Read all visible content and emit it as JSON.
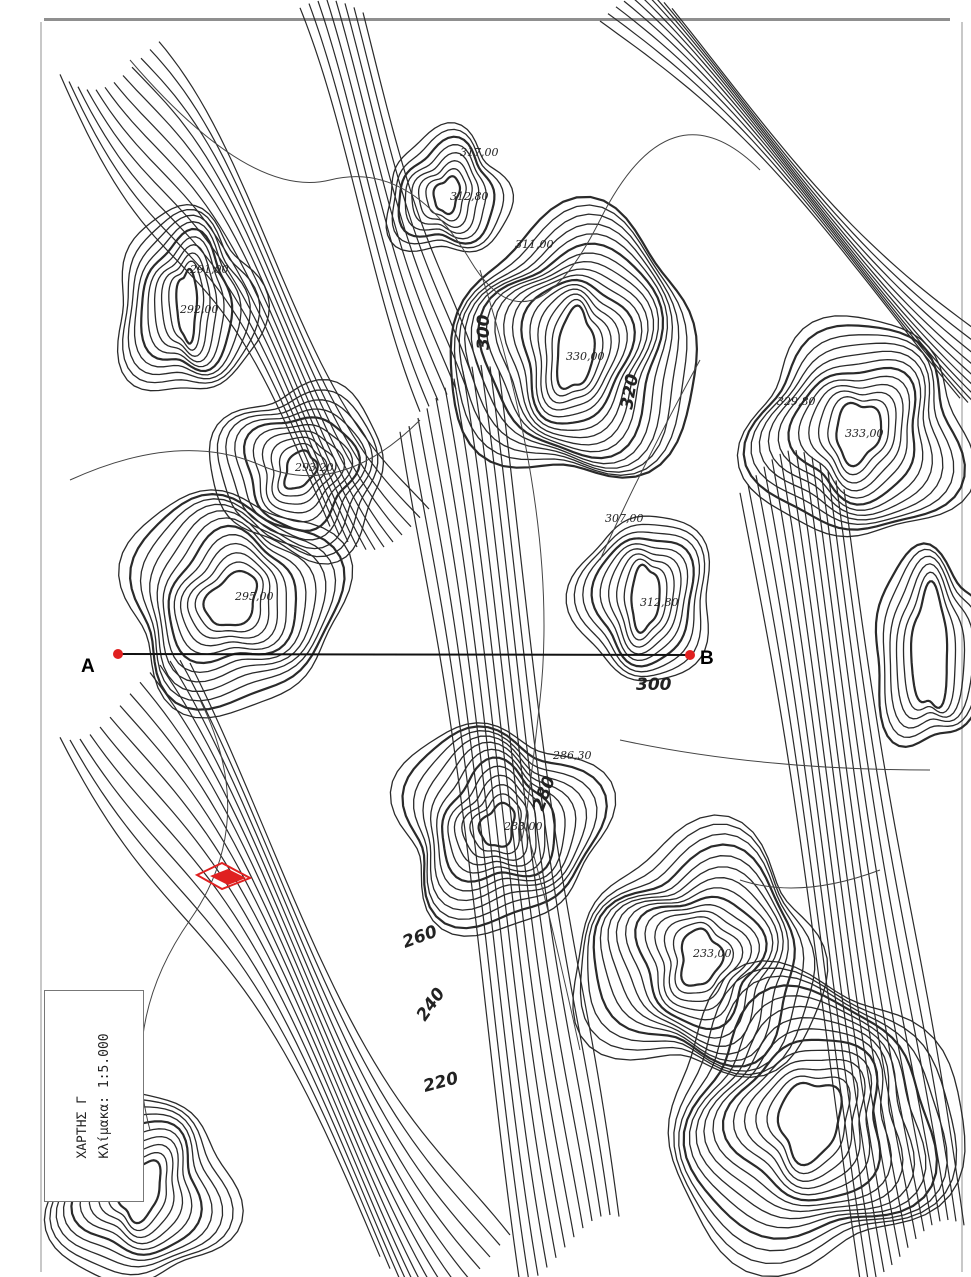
{
  "map": {
    "point_a": "A",
    "point_b": "B",
    "legend_title": "ΧΑΡΤΗΣ Γ",
    "legend_scale": "Κλίμακα: 1:5.000",
    "accent_red": "#e02020",
    "line_color": "#111111",
    "contour_labels": [
      "300",
      "320",
      "300",
      "280",
      "260",
      "240",
      "220"
    ],
    "elevations": [
      "317,00",
      "312,80",
      "311,00",
      "291,00",
      "292,00",
      "330,00",
      "329,80",
      "333,00",
      "293,20",
      "307,00",
      "312,80",
      "295,00",
      "286,30",
      "283,00",
      "233,00"
    ]
  }
}
